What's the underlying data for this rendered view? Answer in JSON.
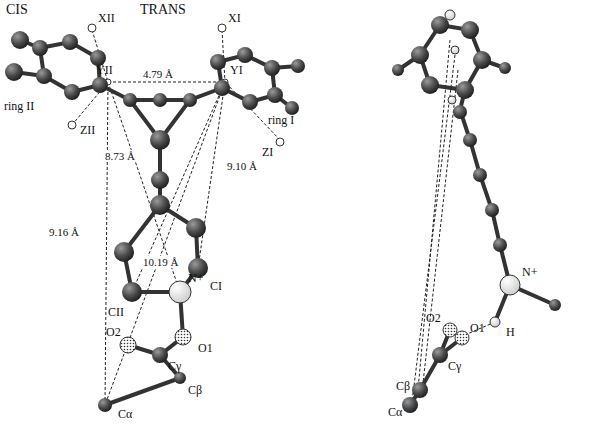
{
  "diagram": {
    "labels": [
      "CIS",
      "TRANS",
      "XII",
      "XI",
      "YII",
      "YI",
      "ZII",
      "ZI",
      "ring II",
      "ring I",
      "4.79 Å",
      "8.73 Å",
      "9.10 Å",
      "9.16 Å",
      "10.19 Å",
      "N+",
      "CII",
      "CI",
      "O2",
      "O1",
      "Cγ",
      "Cβ",
      "Cα",
      "N+",
      "H",
      "O2",
      "O1",
      "Cγ",
      "Cβ",
      "Cα"
    ]
  }
}
